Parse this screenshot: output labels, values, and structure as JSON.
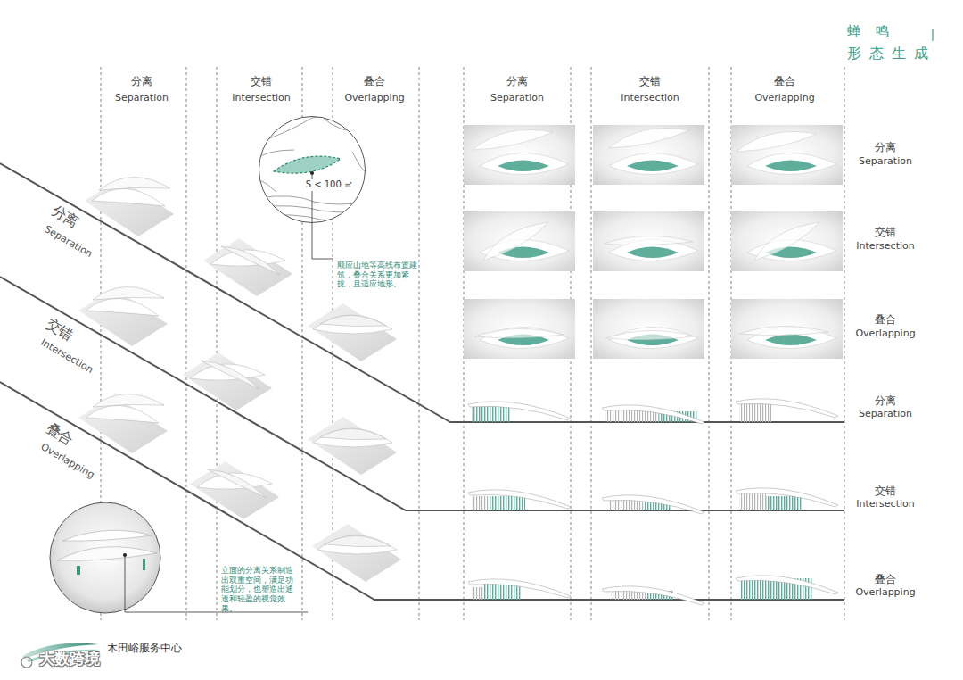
{
  "diagram": {
    "title": "形 态 生 成",
    "nodes": [
      {
        "text": [
          "S < 100 ㎡"
        ]
      }
    ],
    "labels": [
      "蝉 鸣",
      "分离",
      "Separation",
      "交错",
      "Intersection",
      "叠合",
      "Overlapping",
      "分离",
      "Separation",
      "交错",
      "Intersection",
      "叠合",
      "Overlapping",
      "分离",
      "Separation",
      "交错",
      "Intersection",
      "叠合",
      "Overlapping",
      "分离",
      "Separation",
      "交错",
      "Intersection",
      "叠合",
      "Overlapping",
      "分离",
      "Separation",
      "交错",
      "Intersection",
      "叠合",
      "Overlapping",
      "顺应山地等高线布置建筑，叠合关系更加紧拢，且适应地形。",
      "立面的分离关系制造出双重空间，满足功能划分，也塑造出通透和轻盈的视觉效果。",
      "木田峪服务中心",
      "大数跨境"
    ]
  }
}
